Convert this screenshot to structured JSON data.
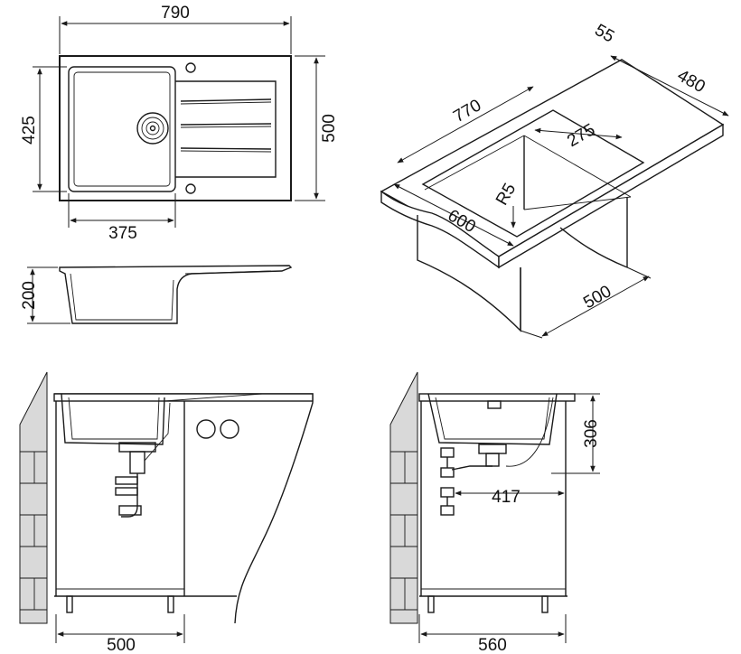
{
  "dimensions": {
    "top_width": "790",
    "top_depth": "500",
    "bowl_depth": "425",
    "bowl_width": "375",
    "profile_height": "200",
    "iso_flange": "55",
    "iso_depth": "480",
    "iso_length": "770",
    "iso_bowl_width": "275",
    "iso_radius": "R5",
    "iso_front": "600",
    "iso_cabinet": "500",
    "front_cabinet": "500",
    "side_cabinet": "560",
    "side_height": "306",
    "side_drain": "417"
  },
  "colors": {
    "line": "#1a1a1a",
    "wall": "#d9d9d9",
    "background": "#ffffff"
  }
}
